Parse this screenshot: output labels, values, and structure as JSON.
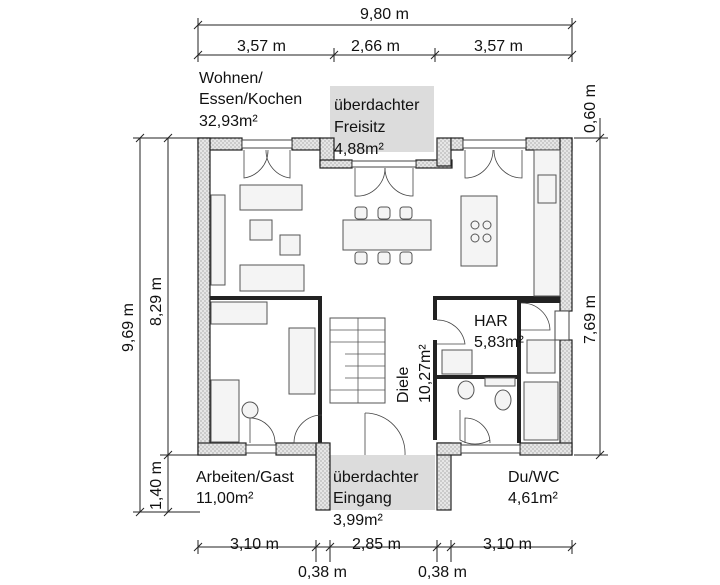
{
  "dimensions": {
    "top_total": "9,80 m",
    "top_a": "3,57 m",
    "top_b": "2,66 m",
    "top_c": "3,57 m",
    "bottom_a": "3,10 m",
    "bottom_b": "2,85 m",
    "bottom_c": "3,10 m",
    "bottom_d": "0,38 m",
    "bottom_e": "0,38 m",
    "left_total": "9,69 m",
    "left_a": "8,29 m",
    "left_b": "1,40 m",
    "right_a": "0,60 m",
    "right_b": "7,69 m"
  },
  "rooms": {
    "wohnen": {
      "name_line1": "Wohnen/",
      "name_line2": "Essen/Kochen",
      "area": "32,93m²"
    },
    "freisitz": {
      "name_line1": "überdachter",
      "name_line2": "Freisitz",
      "area": "4,88m²"
    },
    "har": {
      "name": "HAR",
      "area": "5,83m²"
    },
    "diele": {
      "name": "Diele",
      "area": "10,27m²"
    },
    "arbeiten": {
      "name": "Arbeiten/Gast",
      "area": "11,00m²"
    },
    "eingang": {
      "name_line1": "überdachter",
      "name_line2": "Eingang",
      "area": "3,99m²"
    },
    "duwc": {
      "name": "Du/WC",
      "area": "4,61m²"
    }
  }
}
